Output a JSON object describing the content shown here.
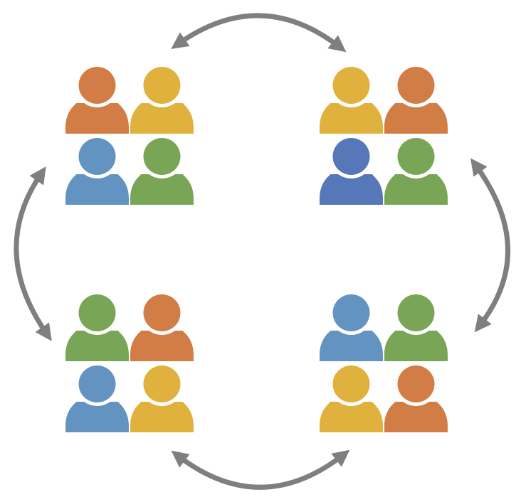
{
  "colors": {
    "orange": "#D27D46",
    "yellow": "#E0B13D",
    "blue": "#6394C1",
    "dark_blue": "#5677B8",
    "green": "#79A656",
    "arrow": "#7F7F7F",
    "background": "#FFFFFF"
  },
  "groups": [
    {
      "name": "top-left",
      "members": [
        "orange",
        "yellow",
        "blue",
        "green"
      ]
    },
    {
      "name": "top-right",
      "members": [
        "yellow",
        "orange",
        "dark_blue",
        "green"
      ]
    },
    {
      "name": "bottom-left",
      "members": [
        "green",
        "orange",
        "blue",
        "yellow"
      ]
    },
    {
      "name": "bottom-right",
      "members": [
        "blue",
        "green",
        "yellow",
        "orange"
      ]
    }
  ],
  "arrows": [
    {
      "name": "top",
      "connects": [
        "top-left",
        "top-right"
      ],
      "style": "double-headed"
    },
    {
      "name": "right",
      "connects": [
        "top-right",
        "bottom-right"
      ],
      "style": "double-headed"
    },
    {
      "name": "bottom",
      "connects": [
        "bottom-right",
        "bottom-left"
      ],
      "style": "double-headed"
    },
    {
      "name": "left",
      "connects": [
        "bottom-left",
        "top-left"
      ],
      "style": "double-headed"
    }
  ]
}
